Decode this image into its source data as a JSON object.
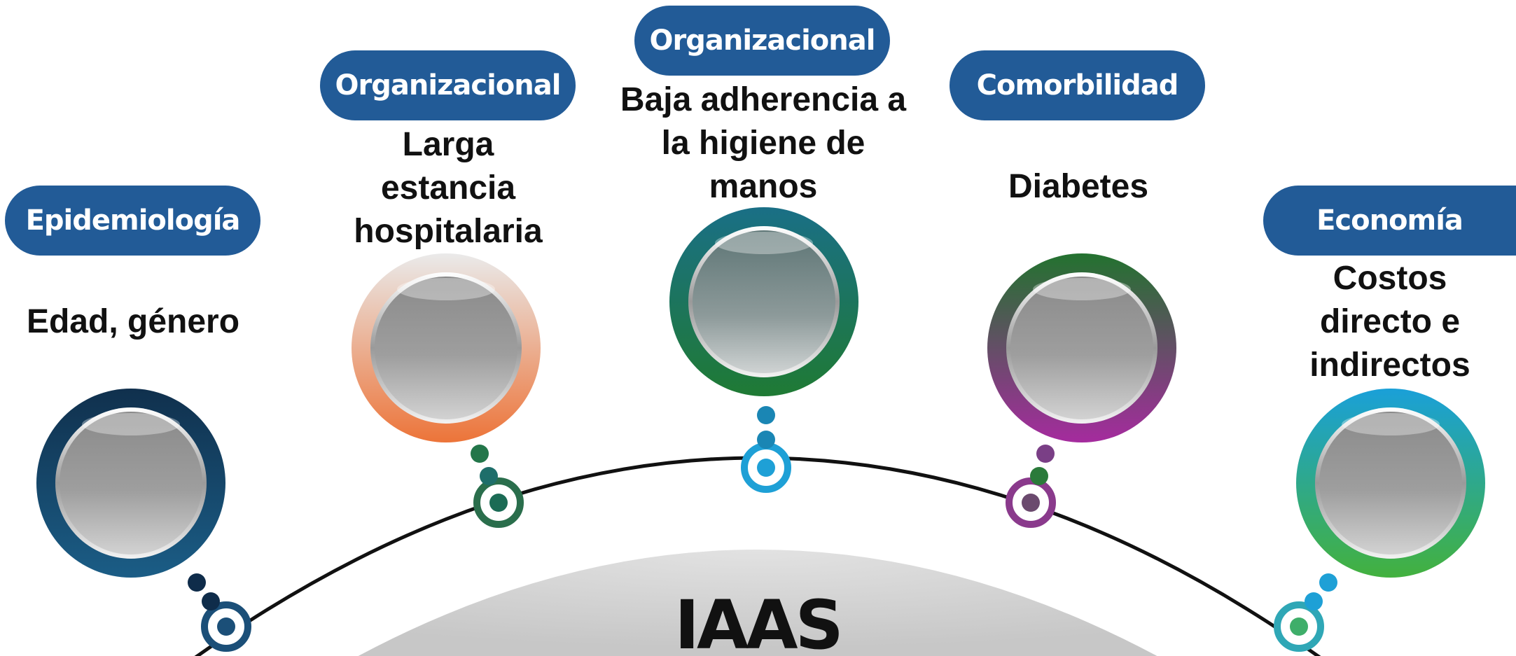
{
  "center": {
    "title": "IAAS"
  },
  "factors": [
    {
      "category": "Epidemiología",
      "description": "Edad, género",
      "ring_colors": [
        "#10304d",
        "#1b5d86"
      ],
      "node_color": "#1b4f78"
    },
    {
      "category": "Organizacional",
      "description": "Larga estancia hospitalaria",
      "ring_colors": [
        "#eaeaea",
        "#ec7439"
      ],
      "node_color": "#2a6e4c"
    },
    {
      "category": "Organizacional",
      "description": "Baja adherencia a la higiene de manos",
      "ring_colors": [
        "#1a6f86",
        "#1f7a34"
      ],
      "node_color": "#1ea0d6"
    },
    {
      "category": "Comorbilidad",
      "description": "Diabetes",
      "ring_colors": [
        "#23722f",
        "#a52b9e"
      ],
      "node_color": "#8a3a8c"
    },
    {
      "category": "Economía",
      "description": "Costos directo e indirectos",
      "ring_colors": [
        "#1aa0d8",
        "#43b13e"
      ],
      "node_color": "#2fa7b6"
    }
  ],
  "colors": {
    "pill_background": "#225b97",
    "arc": "#111111",
    "dome": "#d9d9d9"
  }
}
